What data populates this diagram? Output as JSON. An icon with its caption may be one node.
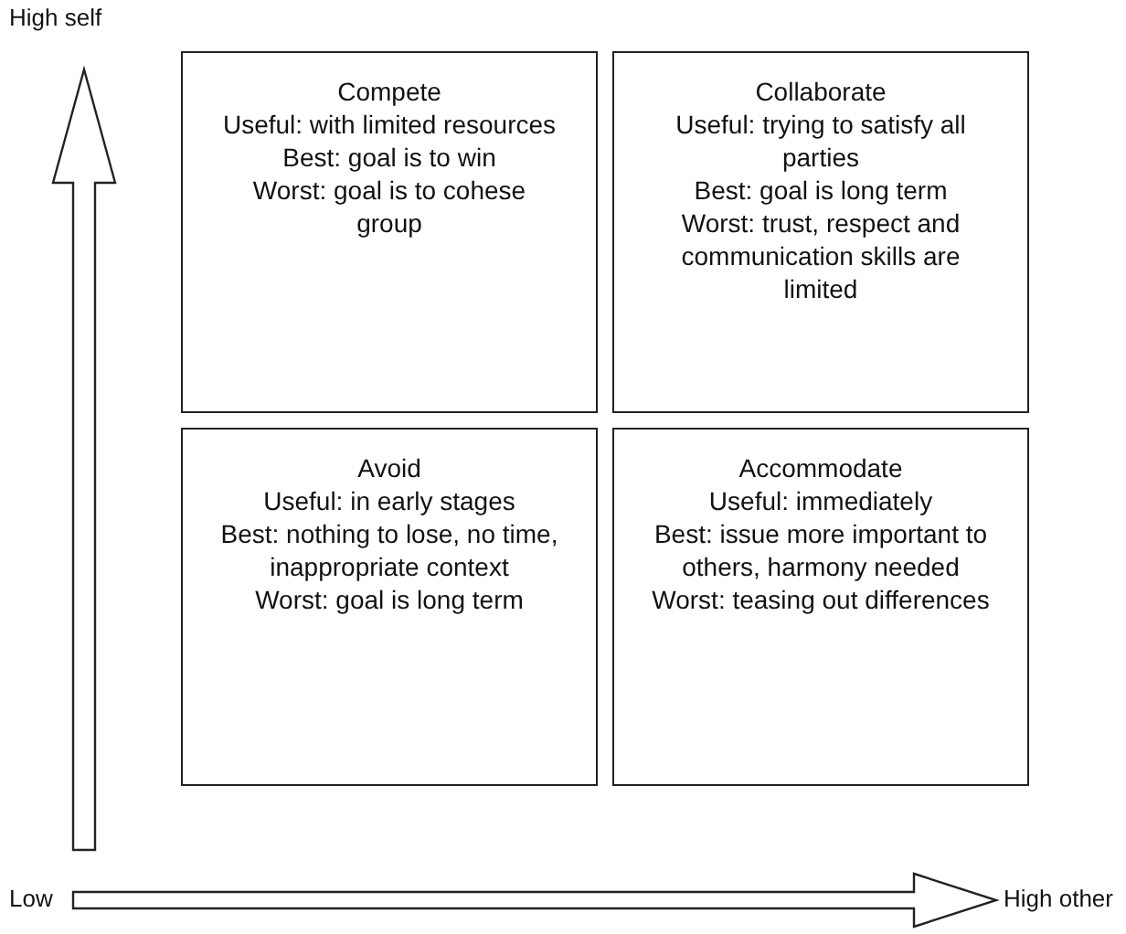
{
  "diagram": {
    "nodes": [
      {
        "text": [
          "Compete",
          "Useful: with limited resources",
          "Best: goal is to win",
          "Worst: goal is to cohese group"
        ]
      },
      {
        "text": [
          "Collaborate",
          "Useful: trying to satisfy all parties",
          "Best: goal is long term",
          "Worst: trust, respect and communication skills are limited"
        ]
      },
      {
        "text": [
          "Avoid",
          "Useful: in early stages",
          "Best: nothing to lose, no time, inappropriate context",
          "Worst: goal is long term"
        ]
      },
      {
        "text": [
          "Accommodate",
          "Useful: immediately",
          "Best: issue more important to others, harmony needed",
          "Worst: teasing out differences"
        ]
      }
    ],
    "edges": [],
    "labels": [
      "High self",
      "Low",
      "High other"
    ]
  }
}
